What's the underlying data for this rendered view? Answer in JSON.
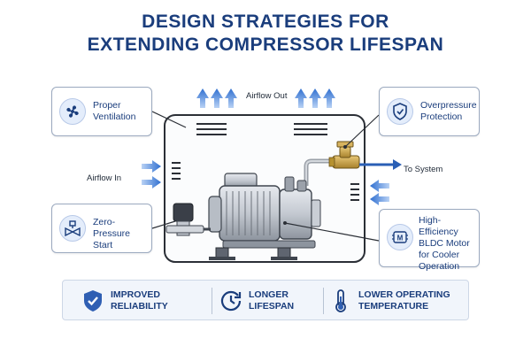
{
  "title": {
    "line1": "DESIGN STRATEGIES FOR",
    "line2": "EXTENDING COMPRESSOR LIFESPAN"
  },
  "callouts": {
    "ventilation": {
      "label": "Proper Ventilation",
      "icon": "fan-icon"
    },
    "overpressure": {
      "label": "Overpressure Protection",
      "icon": "shield-check-icon"
    },
    "zero_pressure": {
      "label": "Zero-Pressure Start",
      "icon": "valve-icon"
    },
    "bldc": {
      "label": "High-Efficiency BLDC Motor for Cooler Operation",
      "icon": "motor-icon"
    }
  },
  "flow_labels": {
    "airflow_out": "Airflow Out",
    "airflow_in": "Airflow In",
    "to_system": "To System"
  },
  "benefits": [
    {
      "label": "IMPROVED RELIABILITY",
      "icon": "shield-check-icon"
    },
    {
      "label": "LONGER LIFESPAN",
      "icon": "clock-icon"
    },
    {
      "label": "LOWER OPERATING TEMPERATURE",
      "icon": "thermometer-icon"
    }
  ],
  "colors": {
    "primary": "#1a3d7c",
    "accent": "#3b74d1",
    "arrow": "#3a7bd5",
    "brass": "#c9a24a"
  }
}
